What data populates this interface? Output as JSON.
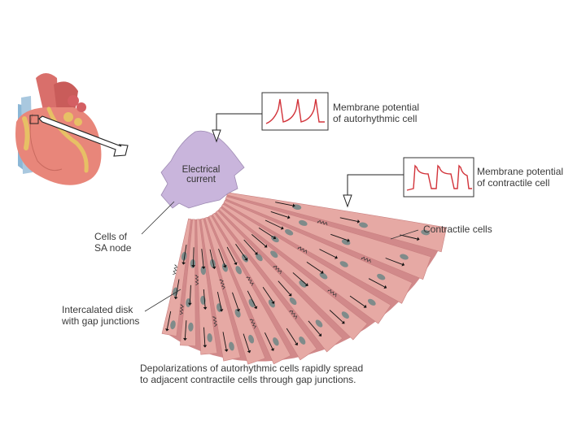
{
  "labels": {
    "membrane_autorhythmic": [
      "Membrane potential",
      "of autorhythmic cell"
    ],
    "membrane_contractile": [
      "Membrane potential",
      "of contractile cell"
    ],
    "electrical_current": [
      "Electrical",
      "current"
    ],
    "cells_sa_node": [
      "Cells of",
      "SA node"
    ],
    "contractile_cells": "Contractile cells",
    "intercalated_disk": [
      "Intercalated disk",
      "with gap junctions"
    ],
    "caption": [
      "Depolarizations of autorhythmic cells rapidly spread",
      "to adjacent contractile cells through gap junctions."
    ]
  },
  "colors": {
    "sa_node": "#c9b5dc",
    "muscle_fiber": "#e6a9a4",
    "muscle_fiber_dark": "#d1898a",
    "nucleus": "#7f8b8a",
    "trace": "#d2333a",
    "heart": "#e8867a",
    "fat": "#e7c065"
  }
}
